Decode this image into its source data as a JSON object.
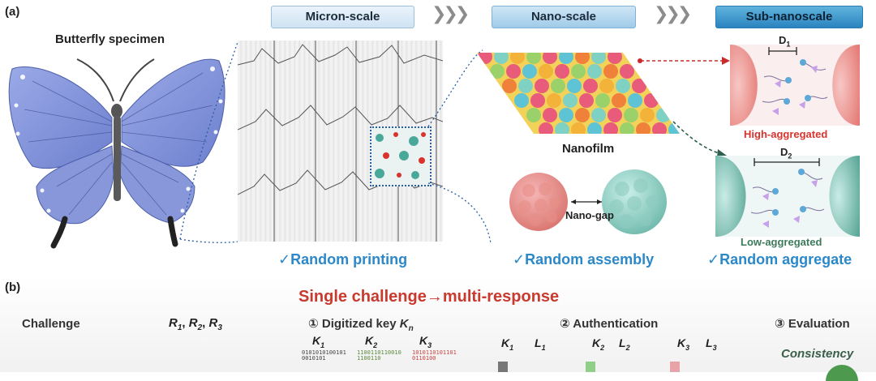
{
  "panel_a_label": "(a)",
  "panel_b_label": "(b)",
  "scales": {
    "micron": "Micron-scale",
    "nano": "Nano-scale",
    "subnano": "Sub-nanoscale"
  },
  "butterfly_label": "Butterfly specimen",
  "nanofilm_label": "Nanofilm",
  "nanogap_label": "Nano-gap",
  "d1_label": "D",
  "d1_sub": "1",
  "d2_label": "D",
  "d2_sub": "2",
  "high_aggregated": "High-aggregated",
  "low_aggregated": "Low-aggregated",
  "checks": {
    "printing": "✓Random printing",
    "assembly": "✓Random assembly",
    "aggregate": "✓Random aggregate"
  },
  "panel_b": {
    "title": "Single challenge→multi-response",
    "challenge": "Challenge",
    "r_label": "R",
    "r_subs": [
      "1",
      "2",
      "3"
    ],
    "step1": "① Digitized key ",
    "step1_k": "K",
    "step1_k_sub": "n",
    "step2": "② Authentication",
    "step3": "③ Evaluation",
    "consistency": "Consistency",
    "k_labels": [
      {
        "k": "K",
        "sub": "1"
      },
      {
        "k": "K",
        "sub": "2"
      },
      {
        "k": "K",
        "sub": "3"
      }
    ],
    "auth_labels": [
      {
        "k": "K",
        "sub": "1",
        "l": "L",
        "lsub": "1"
      },
      {
        "k": "K",
        "sub": "2",
        "l": "L",
        "lsub": "2"
      },
      {
        "k": "K",
        "sub": "3",
        "l": "L",
        "lsub": "3"
      }
    ],
    "binary_1": "01010101001010010101",
    "binary_2": "11001101100101100110",
    "binary_3": "10101101011010110100"
  },
  "colors": {
    "accent_blue": "#2b88c9",
    "red": "#d8332c",
    "teal": "#4aa89a",
    "butterfly": "#7b8fd6"
  }
}
